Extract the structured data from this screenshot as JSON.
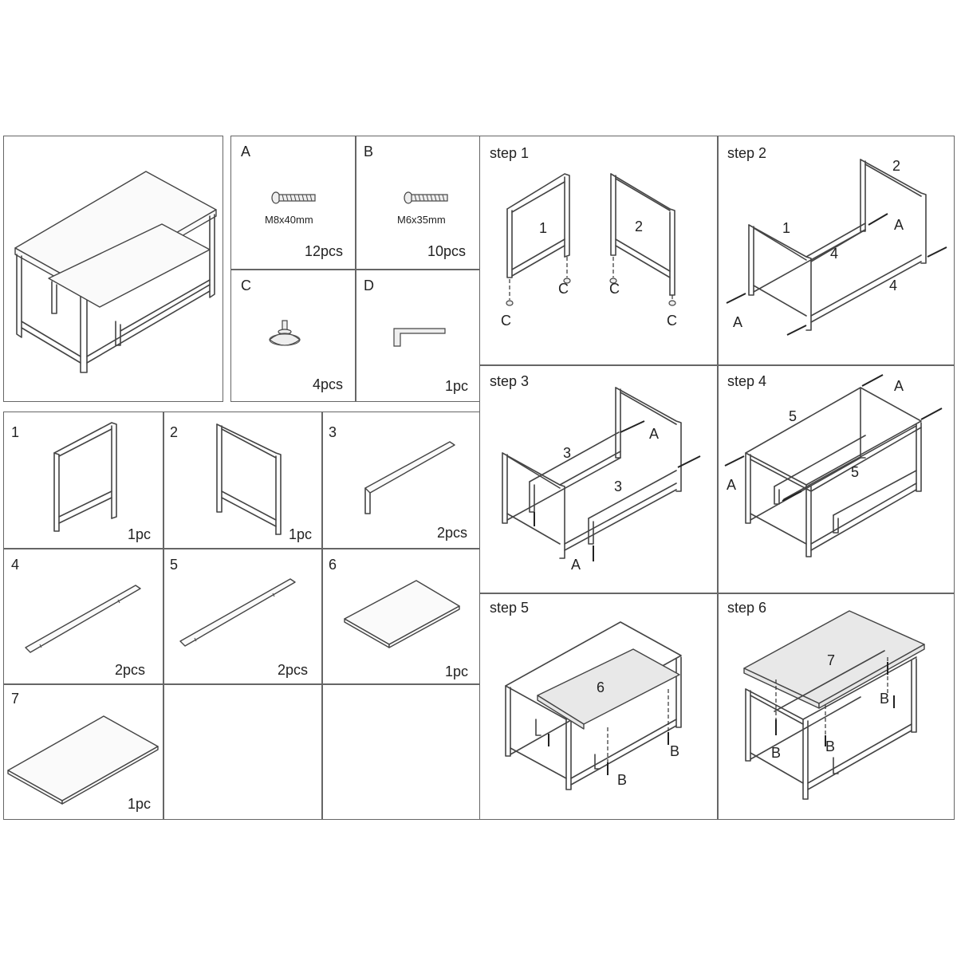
{
  "hardware": [
    {
      "letter": "A",
      "size": "M8x40mm",
      "qty": "12pcs",
      "icon": "bolt-icon"
    },
    {
      "letter": "B",
      "size": "M6x35mm",
      "qty": "10pcs",
      "icon": "bolt-icon"
    },
    {
      "letter": "C",
      "size": "",
      "qty": "4pcs",
      "icon": "leveling-foot-icon"
    },
    {
      "letter": "D",
      "size": "",
      "qty": "1pc",
      "icon": "hex-key-icon"
    }
  ],
  "parts": [
    {
      "number": "1",
      "qty": "1pc"
    },
    {
      "number": "2",
      "qty": "1pc"
    },
    {
      "number": "3",
      "qty": "2pcs"
    },
    {
      "number": "4",
      "qty": "2pcs"
    },
    {
      "number": "5",
      "qty": "2pcs"
    },
    {
      "number": "6",
      "qty": "1pc"
    },
    {
      "number": "7",
      "qty": "1pc"
    }
  ],
  "steps": {
    "s1": {
      "title": "step  1",
      "labels": [
        "1",
        "2",
        "C",
        "C",
        "C",
        "C"
      ]
    },
    "s2": {
      "title": "step  2",
      "labels": [
        "2",
        "1",
        "A",
        "4",
        "4",
        "A"
      ]
    },
    "s3": {
      "title": "step  3",
      "labels": [
        "3",
        "A",
        "3",
        "A"
      ]
    },
    "s4": {
      "title": "step  4",
      "labels": [
        "5",
        "A",
        "5",
        "A"
      ]
    },
    "s5": {
      "title": "step  5",
      "labels": [
        "6",
        "B",
        "B"
      ]
    },
    "s6": {
      "title": "step  6",
      "labels": [
        "7",
        "B",
        "B",
        "B"
      ]
    }
  }
}
